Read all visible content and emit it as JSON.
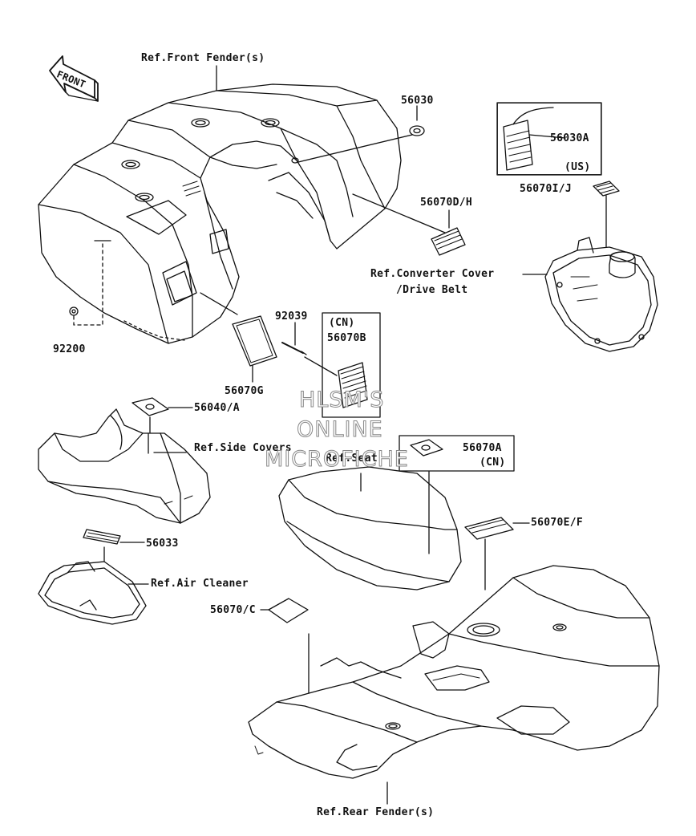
{
  "labels": {
    "front_arrow": "FRONT",
    "front_fender": "Ref.Front Fender(s)",
    "p56030": "56030",
    "p56030a": "56030A",
    "us": "(US)",
    "p56070dh": "56070D/H",
    "p56070ij": "56070I/J",
    "converter_cover_1": "Ref.Converter Cover",
    "converter_cover_2": "/Drive Belt",
    "p92039": "92039",
    "cn_1": "(CN)",
    "p56070b": "56070B",
    "p92200": "92200",
    "p56070g": "56070G",
    "p56040a": "56040/A",
    "side_covers": "Ref.Side Covers",
    "seat": "Ref.Seat",
    "p56070a": "56070A",
    "cn_2": "(CN)",
    "p56070ef": "56070E/F",
    "p56033": "56033",
    "air_cleaner": "Ref.Air Cleaner",
    "p56070c": "56070/C",
    "rear_fender": "Ref.Rear Fender(s)"
  },
  "watermark": {
    "line1": "HLSM'S",
    "line2": "ONLINE",
    "line3": "MICROFICHE"
  }
}
